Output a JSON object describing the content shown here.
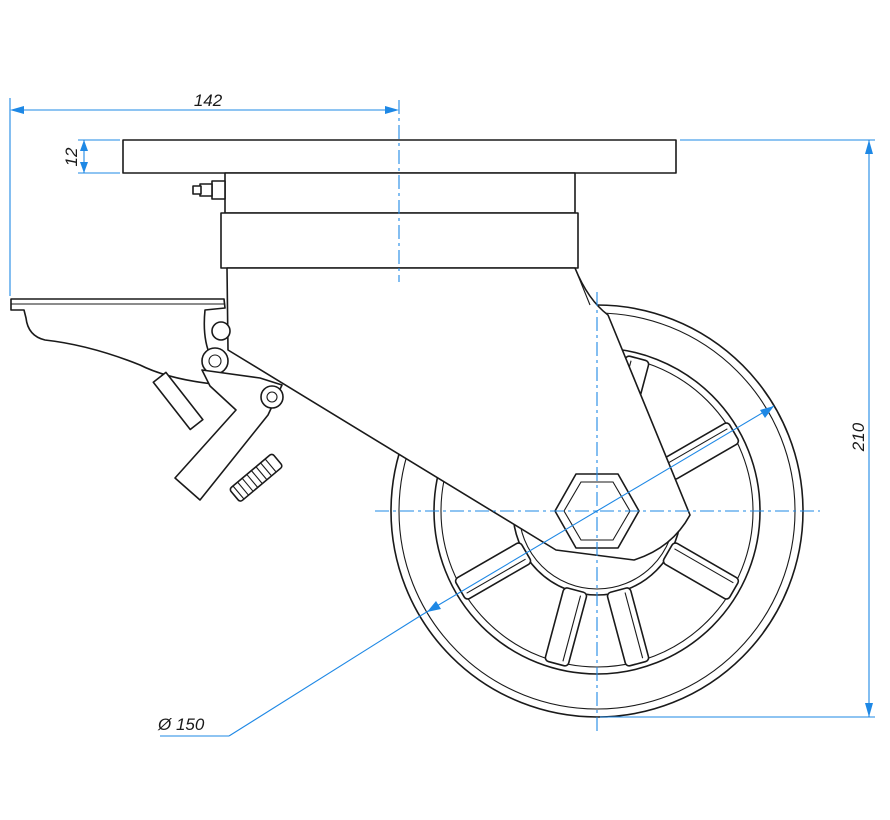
{
  "drawing": {
    "subject": "swivel caster wheel with brake",
    "colors": {
      "outline": "#1a1a1a",
      "dimension": "#1e88e5",
      "background": "#ffffff"
    }
  },
  "dimensions": {
    "offset_width": "142",
    "plate_thickness": "12",
    "total_height": "210",
    "wheel_diameter": "Ø 150"
  }
}
